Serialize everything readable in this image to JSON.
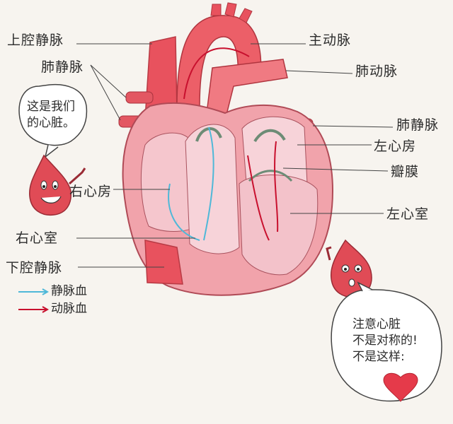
{
  "labels": {
    "superior_vena_cava": "上腔静脉",
    "pulmonary_veins_left": "肺静脉",
    "right_atrium": "右心房",
    "right_ventricle": "右心室",
    "inferior_vena_cava": "下腔静脉",
    "aorta": "主动脉",
    "pulmonary_artery": "肺动脉",
    "pulmonary_veins_right": "肺静脉",
    "left_atrium": "左心房",
    "valve": "瓣膜",
    "left_ventricle": "左心室"
  },
  "bubble_left": {
    "line1": "这是我们",
    "line2": "的心脏。"
  },
  "bubble_right": {
    "line1": "注意心脏",
    "line2": "不是对称的!",
    "line3": "不是这样:"
  },
  "legend": {
    "venous_blood": "静脉血",
    "arterial_blood": "动脉血",
    "venous_color": "#4fb8d8",
    "arterial_color": "#c8102e"
  },
  "colors": {
    "heart_outer": "#f1a3ab",
    "heart_inner": "#f7d3d9",
    "vessel": "#e8525e",
    "heart_icon": "#e53a4a"
  }
}
